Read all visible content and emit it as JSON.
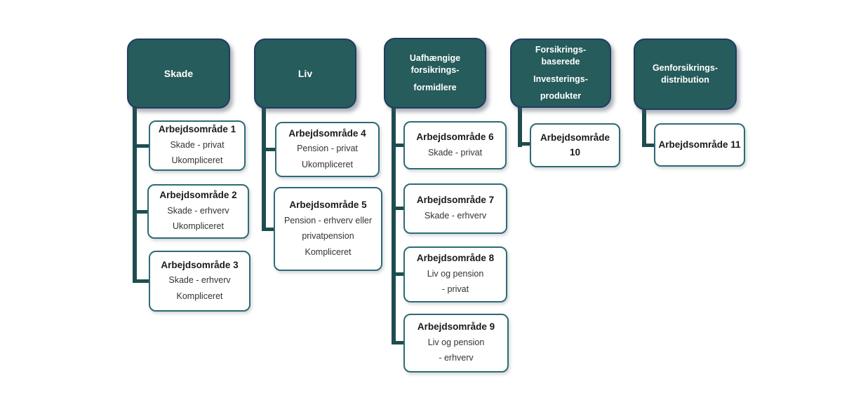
{
  "diagram": {
    "type": "org-chart",
    "language": "da"
  },
  "colors": {
    "parent_fill": "#265C5B",
    "parent_border": "#1F3C64",
    "parent_text": "#FFFFFF",
    "connector": "#1F4D4F",
    "child_bg": "#FFFFFF",
    "child_border": "#2E6B75",
    "child_title": "#1A1A1A",
    "child_text": "#333333",
    "canvas_bg": "#FFFFFF"
  },
  "groups": [
    {
      "parent": {
        "paragraphs": [
          "Skade"
        ]
      },
      "children": [
        {
          "title": "Arbejdsområde 1",
          "lines": [
            "Skade - privat",
            "Ukompliceret"
          ]
        },
        {
          "title": "Arbejdsområde 2",
          "lines": [
            "Skade - erhverv",
            "Ukompliceret"
          ]
        },
        {
          "title": "Arbejdsområde 3",
          "lines": [
            "Skade - erhverv",
            "Kompliceret"
          ]
        }
      ]
    },
    {
      "parent": {
        "paragraphs": [
          "Liv"
        ]
      },
      "children": [
        {
          "title": "Arbejdsområde 4",
          "lines": [
            "Pension - privat",
            "Ukompliceret"
          ]
        },
        {
          "title": "Arbejdsområde 5",
          "lines": [
            "Pension - erhverv eller",
            "privatpension",
            "Kompliceret"
          ]
        }
      ]
    },
    {
      "parent": {
        "paragraphs": [
          "Uafhængige forsikrings-",
          "formidlere"
        ]
      },
      "children": [
        {
          "title": "Arbejdsområde 6",
          "lines": [
            "Skade - privat"
          ]
        },
        {
          "title": "Arbejdsområde 7",
          "lines": [
            "Skade - erhverv"
          ]
        },
        {
          "title": "Arbejdsområde 8",
          "lines": [
            "Liv og pension",
            "- privat"
          ]
        },
        {
          "title": "Arbejdsområde 9",
          "lines": [
            "Liv og pension",
            "- erhverv"
          ]
        }
      ]
    },
    {
      "parent": {
        "paragraphs": [
          "Forsikrings-baserede",
          "Investerings-",
          "produkter"
        ]
      },
      "children": [
        {
          "title": "Arbejdsområde 10",
          "lines": []
        }
      ]
    },
    {
      "parent": {
        "paragraphs": [
          "Genforsikrings-distribution"
        ]
      },
      "children": [
        {
          "title": "Arbejdsområde 11",
          "lines": []
        }
      ]
    }
  ]
}
